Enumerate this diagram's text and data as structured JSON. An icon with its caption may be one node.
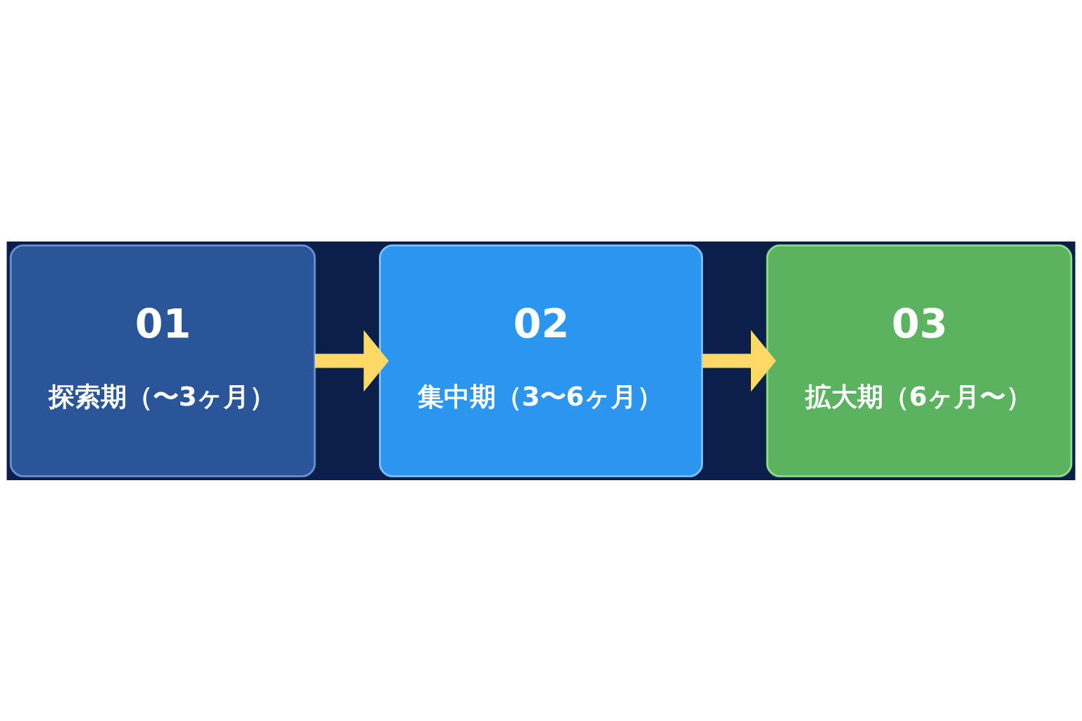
{
  "diagram": {
    "nodes": [
      {
        "text": [
          "01",
          "探索期（〜3ヶ月）"
        ]
      },
      {
        "text": [
          "02",
          "集中期（3〜6ヶ月）"
        ]
      },
      {
        "text": [
          "03",
          "拡大期（6ヶ月〜）"
        ]
      }
    ],
    "edges": [
      {
        "from": 0,
        "to": 1,
        "arrow": "to"
      },
      {
        "from": 1,
        "to": 2,
        "arrow": "to"
      }
    ]
  }
}
